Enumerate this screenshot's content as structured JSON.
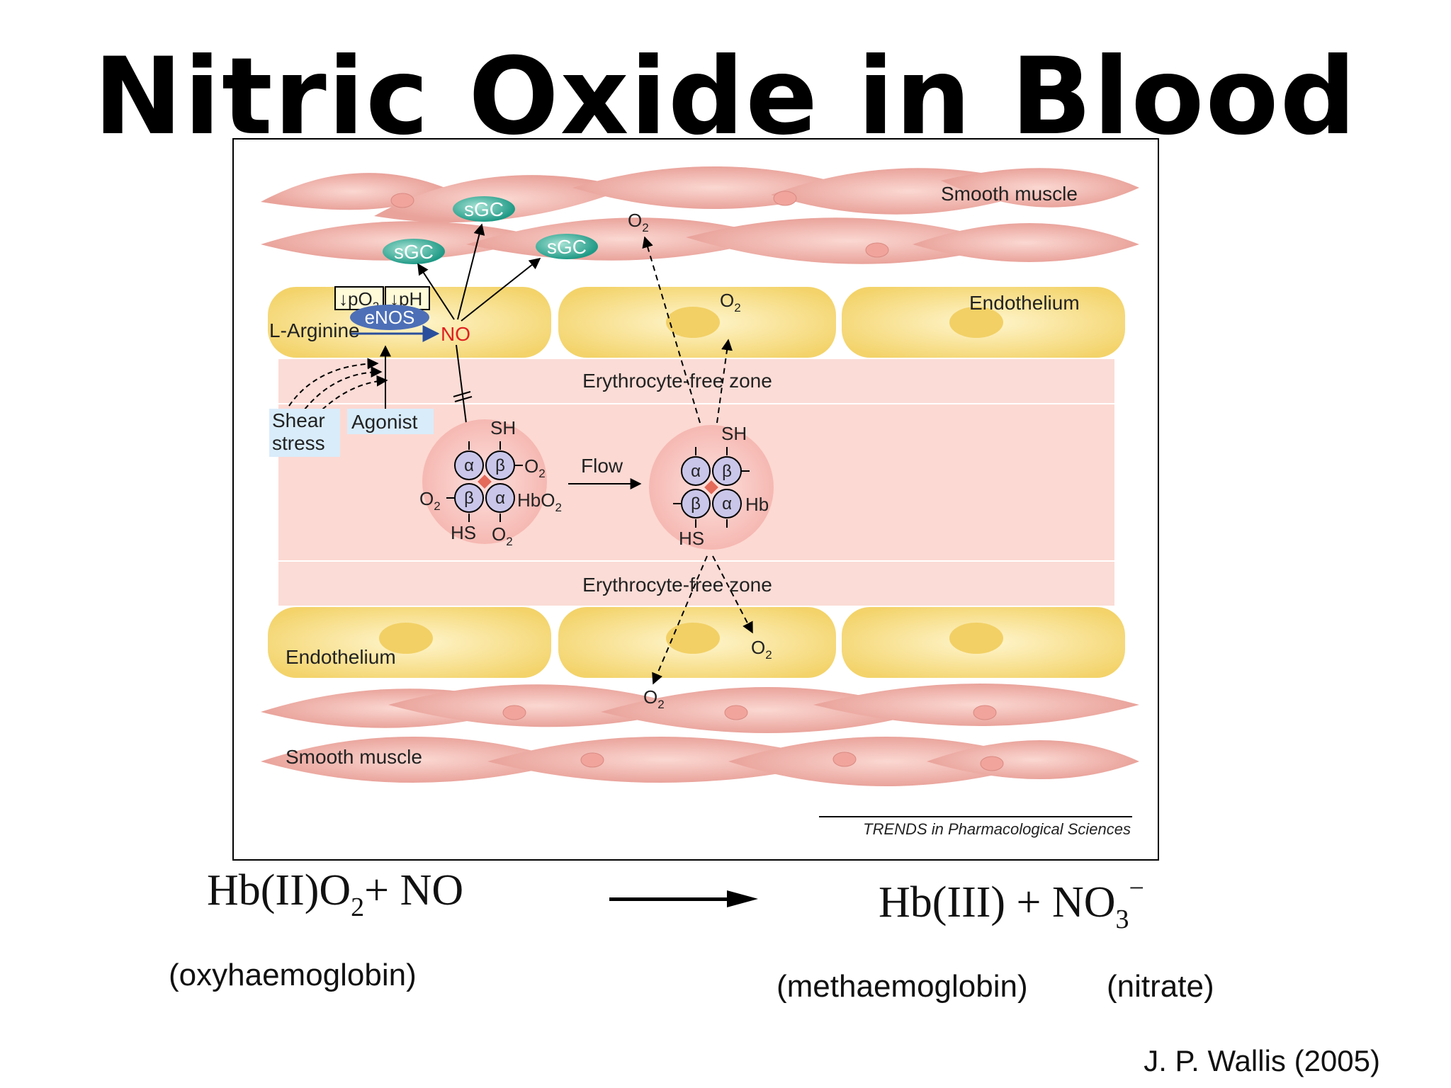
{
  "title": "Nitric Oxide in Blood",
  "diagram": {
    "labels": {
      "smooth_muscle_top": "Smooth muscle",
      "smooth_muscle_bottom": "Smooth muscle",
      "endothelium_top": "Endothelium",
      "endothelium_bottom": "Endothelium",
      "free_zone_top": "Erythrocyte-free zone",
      "free_zone_bottom": "Erythrocyte-free zone",
      "sgc": "sGC",
      "po2": "↓pO",
      "ph": "↓pH",
      "enos": "eNOS",
      "l_arginine": "L-Arginine",
      "no": "NO",
      "shear_stress_line1": "Shear",
      "shear_stress_line2": "stress",
      "agonist": "Agonist",
      "flow": "Flow",
      "sh": "SH",
      "hs": "HS",
      "o2": "O",
      "two": "2",
      "alpha": "α",
      "beta": "β",
      "hbo2": "HbO",
      "hb": "Hb",
      "source": "TRENDS in Pharmacological Sciences"
    },
    "colors": {
      "muscle": "#efb3ad",
      "endothelium": "#f6e08c",
      "plasma": "#fbdcd6",
      "sgc": "#3fb4a0",
      "enos": "#4d6fb7",
      "no_label": "#e02020",
      "subunit": "#c9c6ea"
    }
  },
  "equation": {
    "left": {
      "prefix": "Hb(II)O",
      "sub": "2",
      "suffix": "+ NO"
    },
    "right": {
      "prefix": "Hb(III) + NO",
      "sub": "3",
      "sup": "−"
    }
  },
  "captions": {
    "oxy": "(oxyhaemoglobin)",
    "met": "(methaemoglobin)",
    "nitrate": "(nitrate)"
  },
  "reference": "J. P. Wallis (2005)"
}
